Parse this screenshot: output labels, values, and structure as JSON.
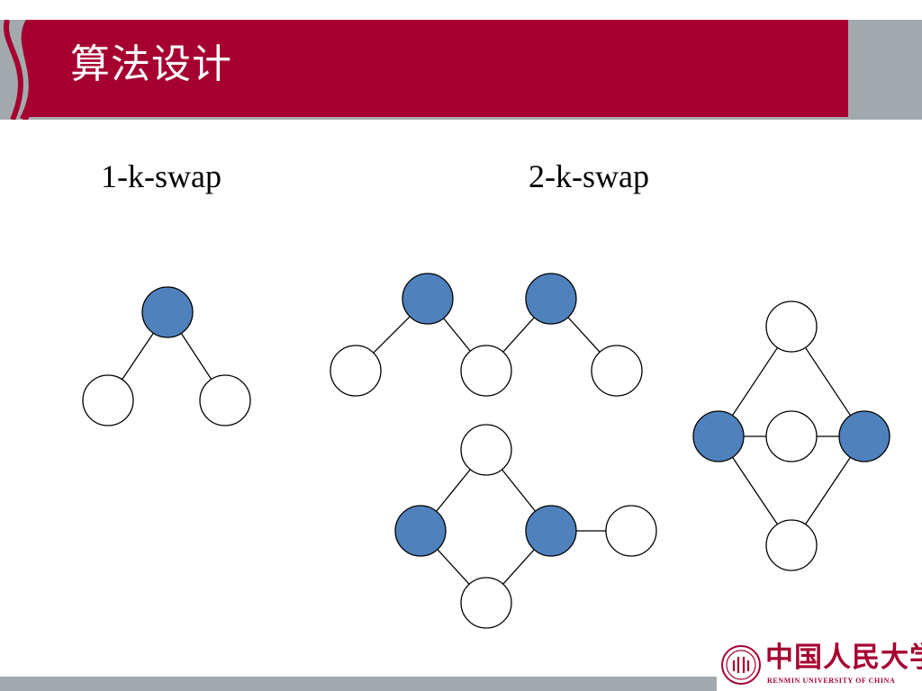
{
  "slide": {
    "title": "算法设计",
    "headings": [
      "1-k-swap",
      "2-k-swap"
    ]
  },
  "colors": {
    "title_bar": "#a60030",
    "band": "#a2aaae",
    "node_selected": "#4f81bd",
    "node_empty": "#ffffff",
    "stroke": "#000000"
  },
  "diagrams": [
    {
      "nodes": [
        {
          "id": "d1-top",
          "filled": true
        },
        {
          "id": "d1-left",
          "filled": false
        },
        {
          "id": "d1-right",
          "filled": false
        }
      ],
      "edges": [
        [
          "d1-top",
          "d1-left"
        ],
        [
          "d1-top",
          "d1-right"
        ]
      ]
    },
    {
      "nodes": [
        {
          "id": "d2-top-a",
          "filled": true
        },
        {
          "id": "d2-top-b",
          "filled": true
        },
        {
          "id": "d2-bottom-a",
          "filled": false
        },
        {
          "id": "d2-bottom-b",
          "filled": false
        },
        {
          "id": "d2-bottom-c",
          "filled": false
        }
      ],
      "edges": [
        [
          "d2-top-a",
          "d2-bottom-a"
        ],
        [
          "d2-top-a",
          "d2-bottom-b"
        ],
        [
          "d2-top-b",
          "d2-bottom-b"
        ],
        [
          "d2-top-b",
          "d2-bottom-c"
        ]
      ]
    },
    {
      "nodes": [
        {
          "id": "d3-top",
          "filled": false
        },
        {
          "id": "d3-left",
          "filled": true
        },
        {
          "id": "d3-right",
          "filled": true
        },
        {
          "id": "d3-bottom",
          "filled": false
        },
        {
          "id": "d3-side",
          "filled": false
        }
      ],
      "edges": [
        [
          "d3-top",
          "d3-left"
        ],
        [
          "d3-top",
          "d3-right"
        ],
        [
          "d3-bottom",
          "d3-left"
        ],
        [
          "d3-bottom",
          "d3-right"
        ],
        [
          "d3-right",
          "d3-side"
        ]
      ]
    },
    {
      "nodes": [
        {
          "id": "d4-top",
          "filled": false
        },
        {
          "id": "d4-left",
          "filled": true
        },
        {
          "id": "d4-center",
          "filled": false
        },
        {
          "id": "d4-right",
          "filled": true
        },
        {
          "id": "d4-bottom",
          "filled": false
        }
      ],
      "edges": [
        [
          "d4-top",
          "d4-left"
        ],
        [
          "d4-top",
          "d4-right"
        ],
        [
          "d4-bottom",
          "d4-left"
        ],
        [
          "d4-bottom",
          "d4-right"
        ],
        [
          "d4-left",
          "d4-center"
        ],
        [
          "d4-center",
          "d4-right"
        ]
      ]
    }
  ],
  "logo": {
    "name_cn": "中国人民大学",
    "name_en": "RENMIN UNIVERSITY OF CHINA",
    "emblem": "university-emblem-icon"
  }
}
